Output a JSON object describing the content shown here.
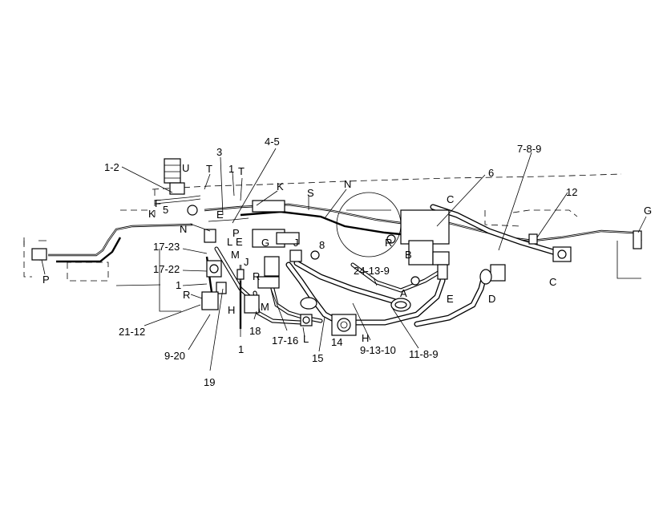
{
  "diagram": {
    "callouts": {
      "c_1_2": "1-2",
      "c_u": "U",
      "c_t_left": "T",
      "c_3": "3",
      "c_4_5": "4-5",
      "c_1_top": "1",
      "c_t_mid": "T",
      "c_k_top": "K",
      "c_n_top": "N",
      "c_s": "S",
      "c_f": "F",
      "c_5": "5",
      "c_k_left": "K",
      "c_e_top": "E",
      "c_n_mid": "N",
      "c_l_mid": "L",
      "c_p_mid": "P",
      "c_e_mid": "E",
      "c_g_mid": "G",
      "c_j_mid": "J",
      "c_8": "8",
      "c_r_right": "R",
      "c_b": "B",
      "c_17_23": "17-23",
      "c_m_top": "M",
      "c_j_left": "J",
      "c_17_22": "17-22",
      "c_1_left": "1",
      "c_r_left": "R",
      "c_h_left": "H",
      "c_r_low": "R",
      "c_m_low": "M",
      "c_21_12": "21-12",
      "c_9_20": "9-20",
      "c_19": "19",
      "c_1_bottom": "1",
      "c_18": "18",
      "c_17_16": "17-16",
      "c_l_low": "L",
      "c_15": "15",
      "c_14": "14",
      "c_h_low": "H",
      "c_9_13_10": "9-13-10",
      "c_11_8_9": "11-8-9",
      "c_a": "A",
      "c_24_13_9": "24-13-9",
      "c_p_left": "P",
      "c_6": "6",
      "c_7_8_9": "7-8-9",
      "c_c_top": "C",
      "c_12": "12",
      "c_g_right": "G",
      "c_c_right": "C",
      "c_e_right": "E",
      "c_d": "D"
    }
  }
}
